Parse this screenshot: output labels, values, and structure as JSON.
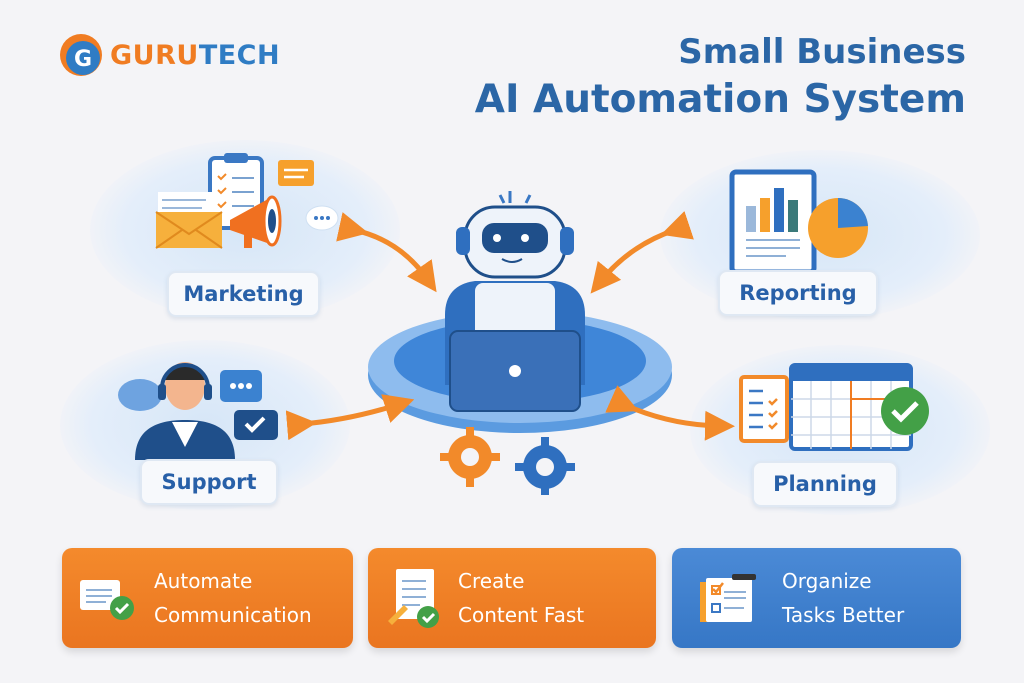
{
  "brand": {
    "logo_letter": "G",
    "name_part1": "GURU",
    "name_part2": "TECH",
    "colors": {
      "orange": "#f07c22",
      "blue": "#2f7cc4"
    }
  },
  "header": {
    "title_line1": "Small Business",
    "title_line2": "AI Automation System",
    "title_color": "#2b66a6"
  },
  "center": {
    "icon": "robot-with-laptop-icon",
    "gears": [
      "orange-gear-icon",
      "blue-gear-icon"
    ]
  },
  "modules": [
    {
      "label": "Marketing",
      "icons": [
        "envelope-icon",
        "clipboard-checklist-icon",
        "megaphone-icon",
        "chat-bubble-icon"
      ]
    },
    {
      "label": "Reporting",
      "icons": [
        "bar-chart-tablet-icon",
        "pie-chart-icon"
      ]
    },
    {
      "label": "Support",
      "icons": [
        "headset-agent-icon",
        "chat-bubble-icon",
        "checkmark-message-icon"
      ]
    },
    {
      "label": "Planning",
      "icons": [
        "checklist-document-icon",
        "calendar-icon",
        "green-check-icon"
      ]
    }
  ],
  "benefits": [
    {
      "line1": "Automate",
      "line2": "Communication",
      "icon": "message-check-icon",
      "color": "#ef7f25"
    },
    {
      "line1": "Create",
      "line2": "Content Fast",
      "icon": "document-pencil-check-icon",
      "color": "#ef7f25"
    },
    {
      "line1": "Organize",
      "line2": "Tasks Better",
      "icon": "task-checklist-icon",
      "color": "#4080cf"
    }
  ],
  "colors": {
    "accent_orange": "#f28a2a",
    "accent_blue": "#2f6fbf",
    "background": "#f4f4f7"
  }
}
